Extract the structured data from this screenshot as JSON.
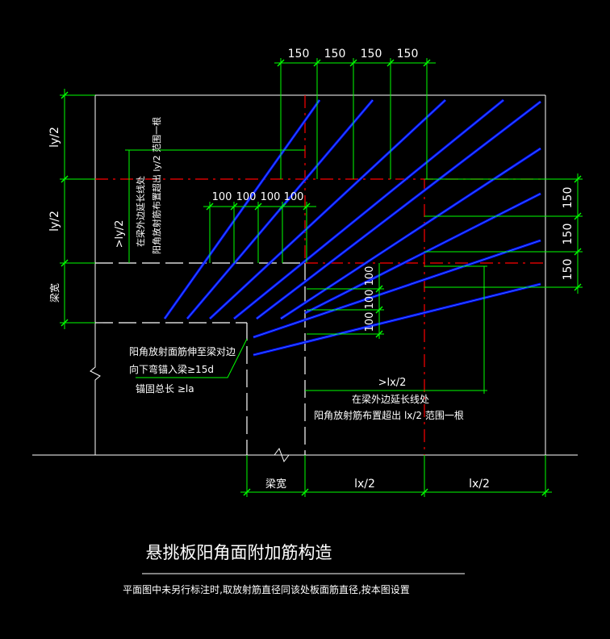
{
  "colors": {
    "background": "#000000",
    "outline": "#ffffff",
    "dimension": "#00ff00",
    "centerline": "#ff0000",
    "rebar": "#0000ff",
    "rebar_core": "#3f8cff",
    "text": "#ffffff"
  },
  "top_dims": [
    "150",
    "150",
    "150",
    "150"
  ],
  "mid_dims": [
    "100",
    "100",
    "100",
    "100"
  ],
  "right_dims": [
    "150",
    "150",
    "150"
  ],
  "inner_right_dims": [
    "100",
    "100",
    "100"
  ],
  "left_dims": {
    "ly_half_top": "ly/2",
    "ly_half_mid": "ly/2",
    "beam_width": "梁宽"
  },
  "bottom_dims": {
    "beam_width": "梁宽",
    "lx_half_left": "lx/2",
    "lx_half_right": "lx/2"
  },
  "labels": {
    "vert_note_1": "阳角放射筋布置超出   ly/2  范围一根",
    "vert_note_2": "在梁外边延长线处",
    "vert_dim": ">ly/2",
    "anchor_note_1": "阳角放射面筋伸至梁对边",
    "anchor_note_2": "向下弯锚入梁≥15d",
    "anchor_note_3": "锚固总长   ≥la",
    "horiz_dim": ">lx/2",
    "horiz_note_1": "在梁外边延长线处",
    "horiz_note_2": "阳角放射筋布置超出    lx/2  范围一根"
  },
  "title": "悬挑板阳角面附加筋构造",
  "subtitle": "平面图中未另行标注时,取放射筋直径同该处板面筋直径,按本图设置"
}
